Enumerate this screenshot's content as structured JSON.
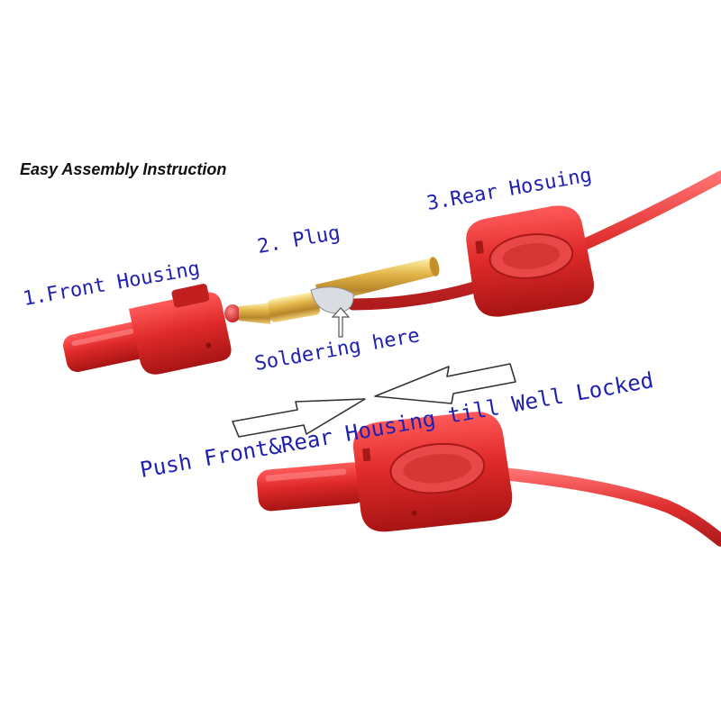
{
  "title": "Easy Assembly Instruction",
  "labels": {
    "front_housing": "1.Front Housing",
    "plug": "2. Plug",
    "rear_housing": "3.Rear Hosuing",
    "soldering": "Soldering here",
    "push": "Push Front&Rear Housing till Well Locked"
  },
  "colors": {
    "label_blue": "#1f1fb0",
    "housing_red": "#d82a2a",
    "cable_red": "#e23a3a",
    "brass": "#d8a93c"
  }
}
